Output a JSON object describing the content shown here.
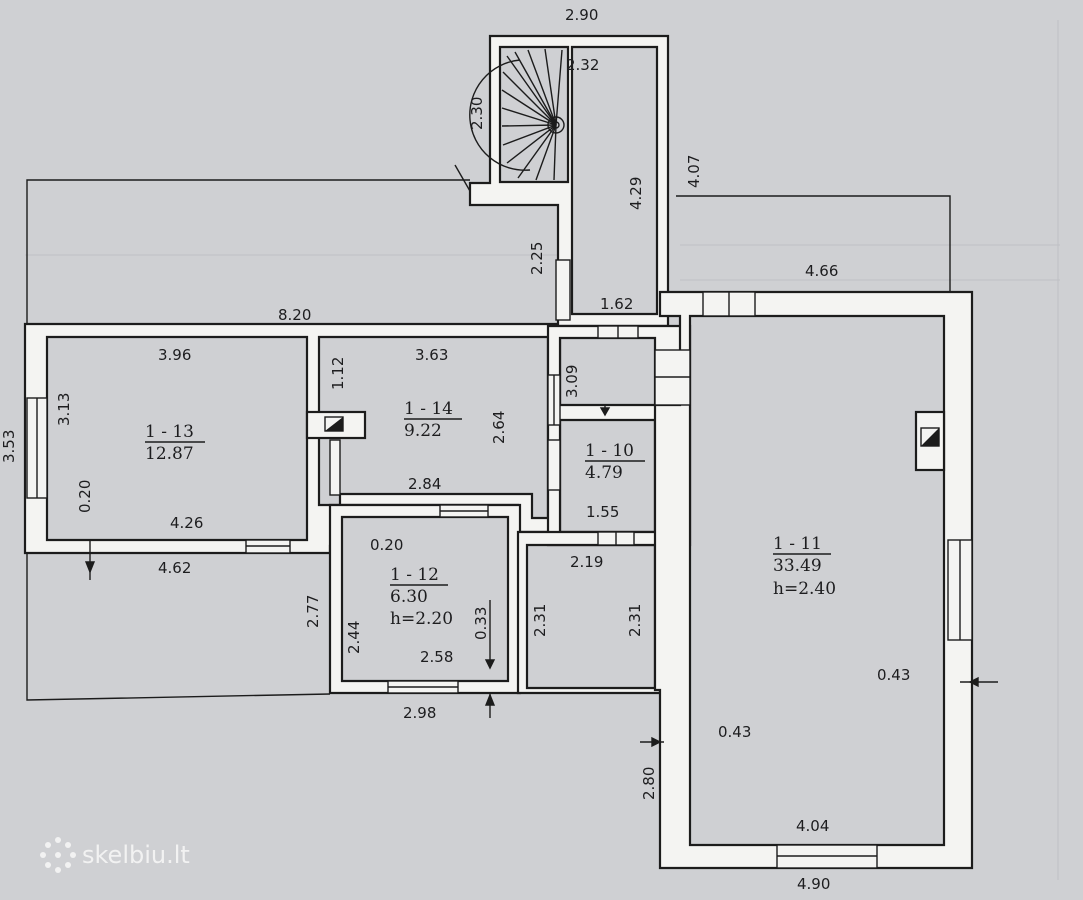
{
  "dimensions": {
    "top_width": "2.90",
    "stair_top": "2.32",
    "stair_height": "2.30",
    "corridor_height": "4.29",
    "right_wall_top": "4.07",
    "upper_passage": "2.25",
    "small_hall_width": "1.62",
    "large_top": "4.66",
    "left_top": "8.20",
    "left_height": "3.53",
    "room13_top": "3.96",
    "room13_side": "3.13",
    "room13_bottom": "4.26",
    "left_bottom": "4.62",
    "wall_thick_a": "0.20",
    "room14_top": "3.63",
    "room14_side_a": "1.12",
    "room14_side_b": "2.64",
    "room14_bottom": "2.84",
    "hall_height": "3.09",
    "room10_bottom": "1.55",
    "room10_below": "2.19",
    "room12_top_wall": "0.20",
    "room12_side_outer": "2.77",
    "room12_side_inner": "2.44",
    "room12_bottom_inner": "2.58",
    "room12_wall": "0.33",
    "room12_bottom_outer": "2.98",
    "mid_left": "2.31",
    "mid_right": "2.31",
    "large_wall_left": "0.43",
    "large_wall_right": "0.43",
    "lower_left_height": "2.80",
    "large_bottom_inner": "4.04",
    "large_bottom_outer": "4.90"
  },
  "rooms": {
    "r13": {
      "id": "1 - 13",
      "area": "12.87"
    },
    "r14": {
      "id": "1 - 14",
      "area": "9.22"
    },
    "r10": {
      "id": "1 - 10",
      "area": "4.79"
    },
    "r12": {
      "id": "1 - 12",
      "area": "6.30",
      "height": "h=2.20"
    },
    "r11": {
      "id": "1 - 11",
      "area": "33.49",
      "height": "h=2.40"
    }
  },
  "watermark": {
    "text": "skelbiu.lt"
  }
}
